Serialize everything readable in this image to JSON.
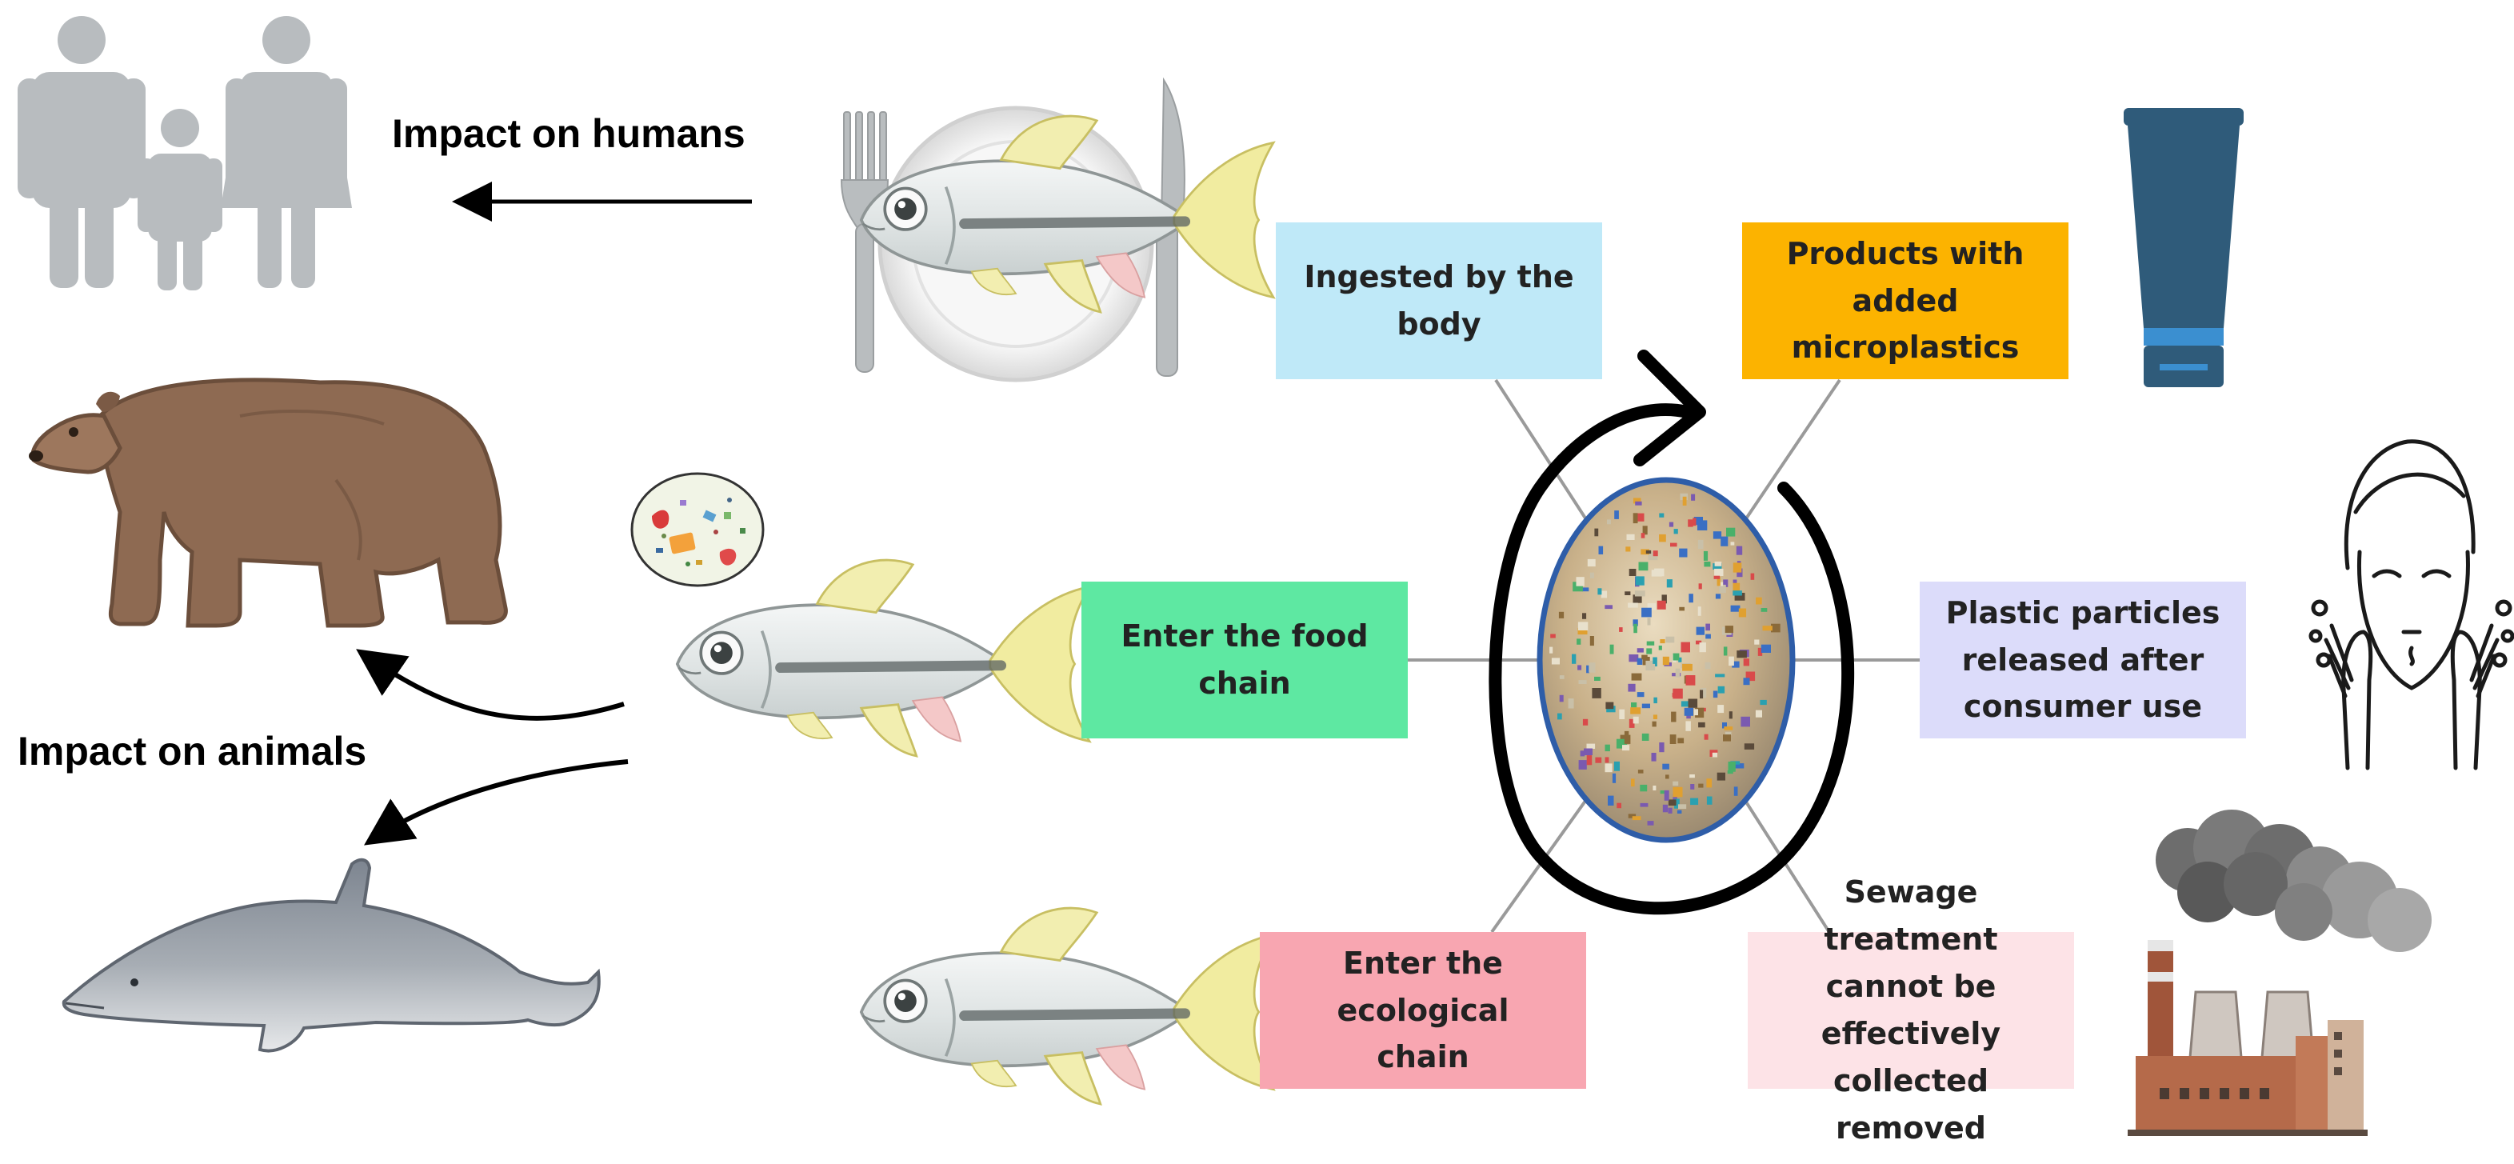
{
  "labels": {
    "impact_humans": "Impact on humans",
    "impact_animals": "Impact on animals"
  },
  "cycle_boxes": {
    "ingested": {
      "text": "Ingested by the body",
      "color": "#bfe9f8"
    },
    "products": {
      "text": "Products with added\nmicroplastics",
      "color": "#fcb300"
    },
    "food_chain": {
      "text": "Enter the food chain",
      "color": "#5ee8a2"
    },
    "released": {
      "text": "Plastic particles\nreleased after\nconsumer use",
      "color": "#dcdcfa"
    },
    "ecological": {
      "text": "Enter the ecological\nchain",
      "color": "#f8a6b1"
    },
    "sewage": {
      "text": "Sewage treatment\ncannot be effectively\ncollected removed",
      "color": "#fde3e7"
    }
  },
  "icons": [
    "man-icon",
    "child-icon",
    "woman-icon",
    "plate-with-fish-icon",
    "fork-icon",
    "knife-icon",
    "bear-icon",
    "microplastic-sample-icon",
    "fish-icon",
    "dolphin-icon",
    "cosmetic-tube-icon",
    "face-washing-icon",
    "factory-icon",
    "microplastics-photo",
    "cycle-arrow-icon"
  ],
  "colors": {
    "human_silhouette": "#b8bcbf",
    "arrow": "#000000",
    "connector": "#999999",
    "tube": "#2f5b7a",
    "tube_band": "#3b8fd0"
  }
}
